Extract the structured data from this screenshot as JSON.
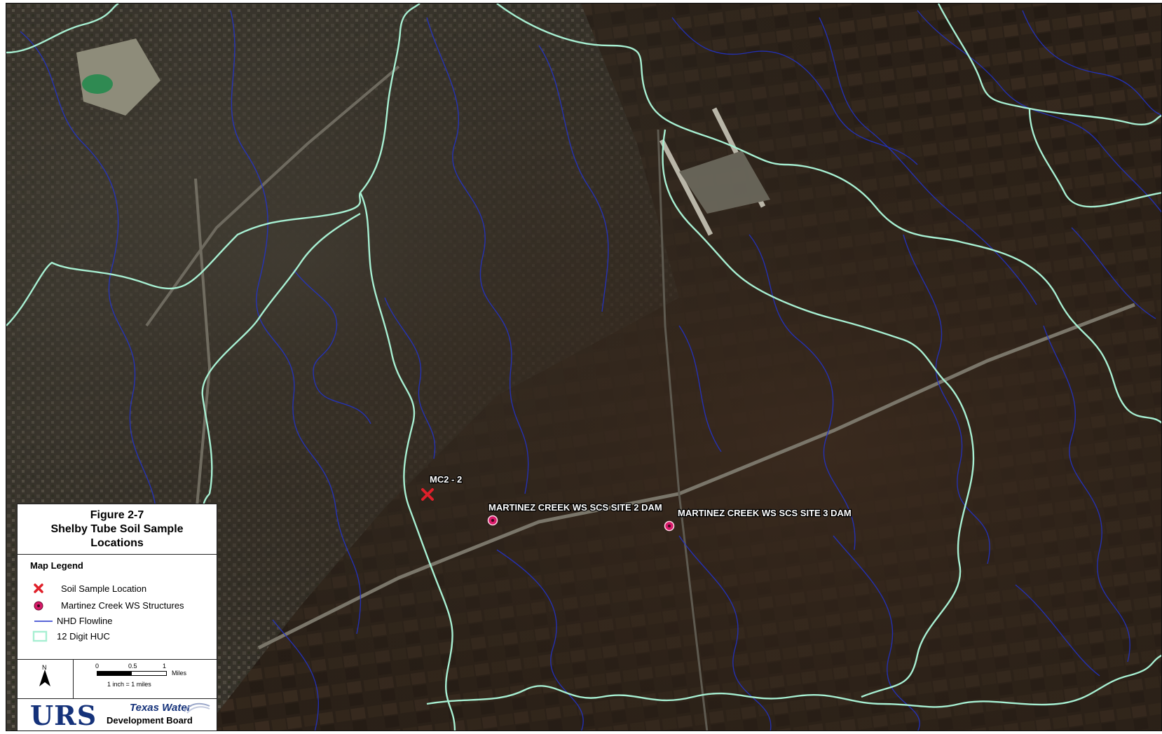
{
  "map": {
    "basemap": "satellite-imagery",
    "colors": {
      "flowline": "#2233cc",
      "huc": "#a7efd2",
      "sample": "#e0202a",
      "structure": "#d81a6a"
    },
    "labels": {
      "sample_mc2": "MC2 - 2",
      "site2": "MARTINEZ CREEK WS SCS SITE 2 DAM",
      "site3": "MARTINEZ CREEK WS SCS SITE 3 DAM"
    }
  },
  "legend": {
    "figure_line1": "Figure 2-7",
    "figure_line2": "Shelby Tube Soil Sample",
    "figure_line3": "Locations",
    "heading": "Map Legend",
    "items": [
      {
        "label": "Soil Sample Location",
        "symbol": "red-x-icon"
      },
      {
        "label": "Martinez Creek WS Structures",
        "symbol": "red-circle-icon"
      },
      {
        "label": "NHD Flowline",
        "symbol": "blue-line-icon"
      },
      {
        "label": "12 Digit HUC",
        "symbol": "green-polygon-icon"
      }
    ],
    "north": "N",
    "scale": {
      "tick0": "0",
      "tick1": "0.5",
      "tick2": "1",
      "units": "Miles",
      "ratio": "1 inch = 1 miles"
    }
  },
  "logos": {
    "urs": "URS",
    "twdb_line1": "Texas Water",
    "twdb_line2": "Development Board"
  }
}
